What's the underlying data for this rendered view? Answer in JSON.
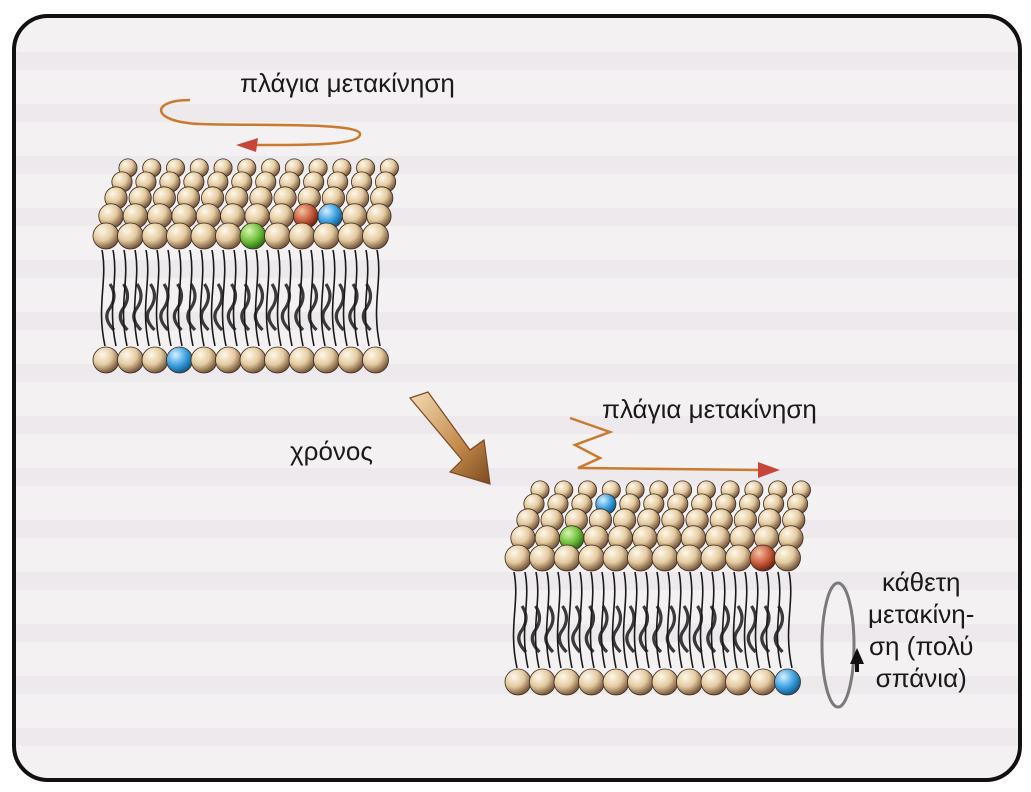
{
  "labels": {
    "lateral_top": "πλάγια μετακίνηση",
    "lateral_bottom": "πλάγια μετακίνηση",
    "time": "χρόνος",
    "flip_line1": "κάθετη",
    "flip_line2": "μετακίνη-",
    "flip_line3": "ση (πολύ",
    "flip_line4": "σπάνια)"
  },
  "colors": {
    "lipid_head": "#e9d4ad",
    "lipid_head_shade": "#8a6a4a",
    "tail": "#1a1a1a",
    "arrow_lateral": "#c8453a",
    "wave_line": "#c97a2e",
    "time_arrow": "#b07a3e",
    "marker_green": "#6fbf3a",
    "marker_blue": "#3aa0e0",
    "marker_red": "#c85a3a",
    "frame": "#111111",
    "background": "#f4f1f3"
  }
}
